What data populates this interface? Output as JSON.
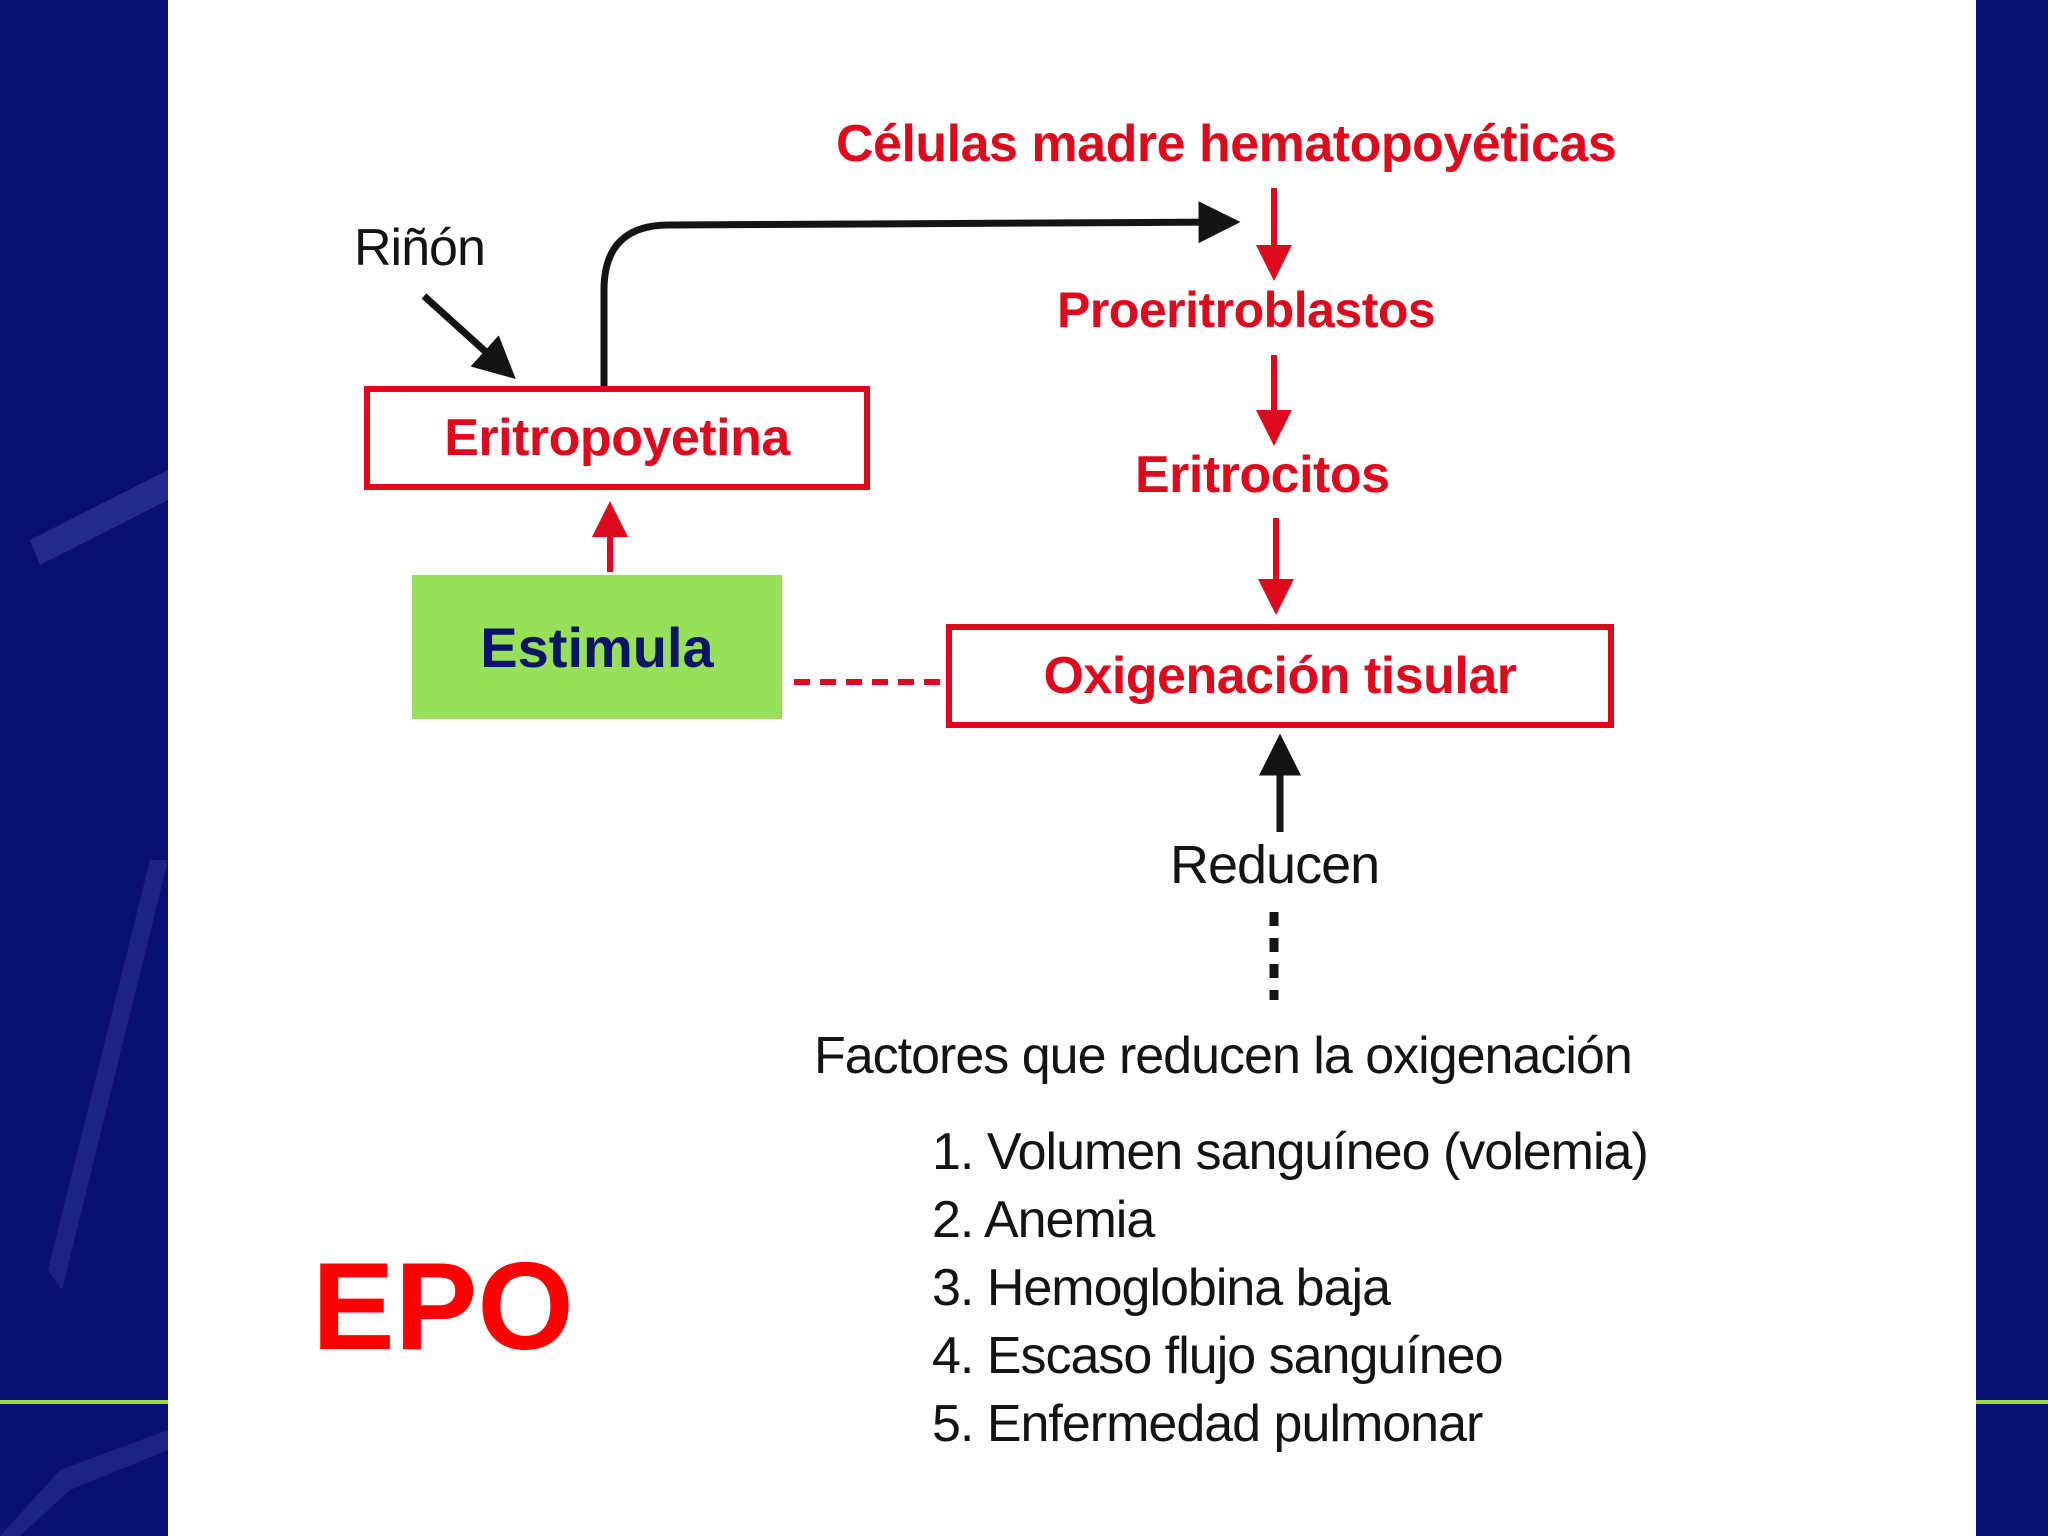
{
  "diagram": {
    "stem_cells": "Células madre hematopoyéticas",
    "proerythroblasts": "Proeritroblastos",
    "erythrocytes": "Eritrocitos",
    "kidney": "Riñón",
    "erythropoietin": "Eritropoyetina",
    "stimulates": "Estimula",
    "tissue_oxygenation": "Oxigenación tisular",
    "reduce": "Reducen",
    "factors_title": "Factores que reducen la oxigenación",
    "factors": [
      "1. Volumen sanguíneo (volemia)",
      "2. Anemia",
      "3. Hemoglobina baja",
      "4. Escaso flujo sanguíneo",
      "5. Enfermedad pulmonar"
    ],
    "epo": "EPO"
  },
  "colors": {
    "background": "#0a0f72",
    "slide": "#ffffff",
    "diagram_red": "#dd0a1e",
    "stimulate_box": "#96e05a",
    "stimulate_text": "#0f1566",
    "epo_label": "#ff0000",
    "accent_line": "#9ad84a"
  }
}
